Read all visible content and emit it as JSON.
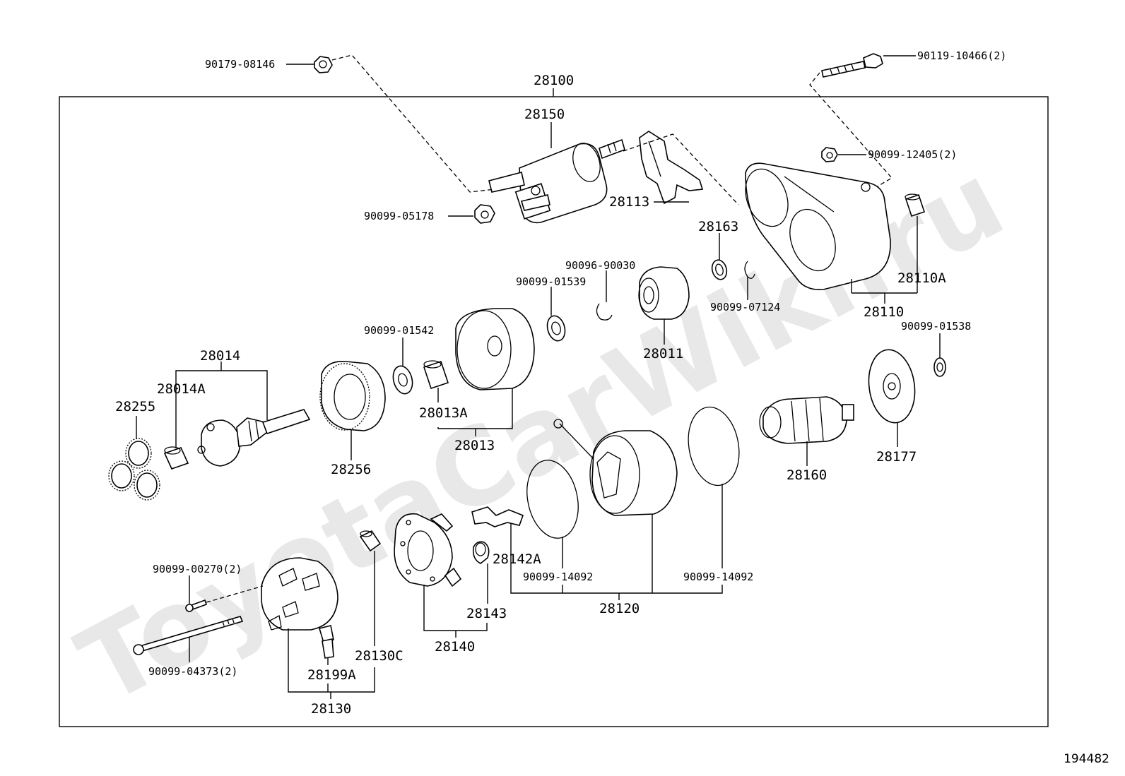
{
  "watermark": "ToyotaCarWiki.ru",
  "reference_number": "194482",
  "assembly_label": "28100",
  "part_labels": {
    "p90179_08146": "90179-08146",
    "p90119_10466": "90119-10466(2)",
    "p28150": "28150",
    "p90099_12405": "90099-12405(2)",
    "p90099_05178": "90099-05178",
    "p28113": "28113",
    "p28163": "28163",
    "p28110A": "28110A",
    "p90096_90030": "90096-90030",
    "p90099_01539": "90099-01539",
    "p90099_07124": "90099-07124",
    "p28110": "28110",
    "p90099_01538": "90099-01538",
    "p90099_01542": "90099-01542",
    "p28011": "28011",
    "p28014": "28014",
    "p28014A": "28014A",
    "p28255": "28255",
    "p28013A": "28013A",
    "p28013": "28013",
    "p28256": "28256",
    "p28160": "28160",
    "p28177": "28177",
    "p90099_00270": "90099-00270(2)",
    "p28142A": "28142A",
    "p90099_14092_a": "90099-14092",
    "p90099_14092_b": "90099-14092",
    "p28143": "28143",
    "p28120": "28120",
    "p28130C": "28130C",
    "p28140": "28140",
    "p90099_04373": "90099-04373(2)",
    "p28199A": "28199A",
    "p28130": "28130"
  }
}
